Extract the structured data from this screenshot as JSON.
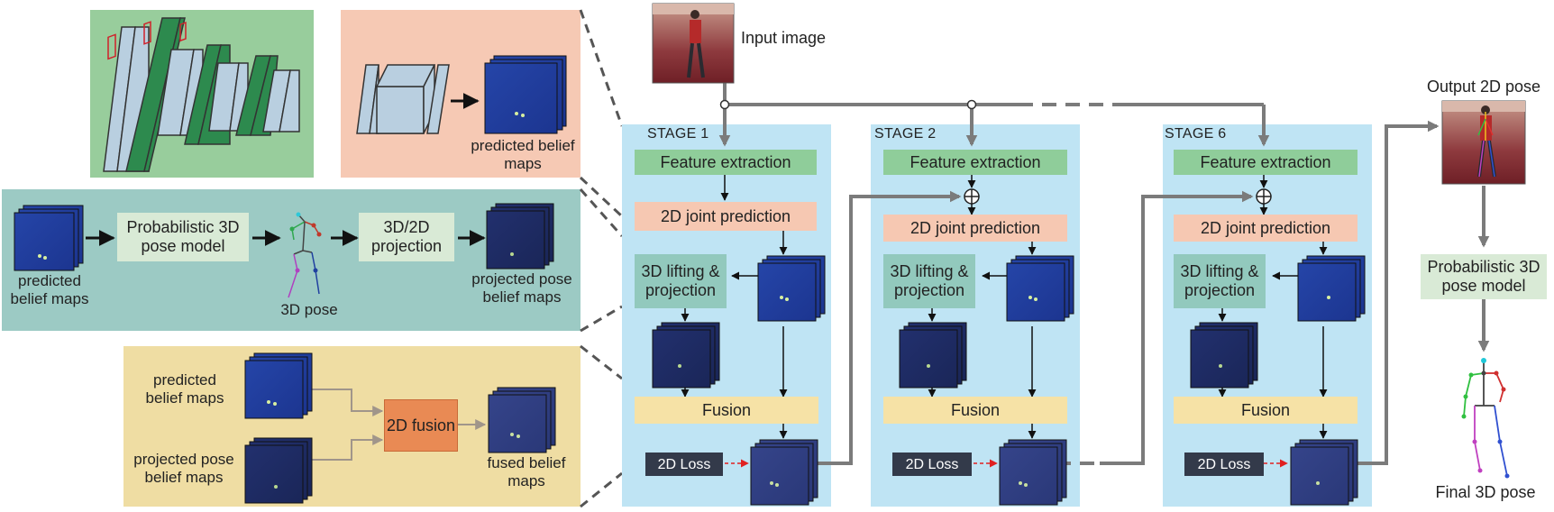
{
  "colors": {
    "stage_bg": "#bfe4f4",
    "feature": "#8fcd9a",
    "joint_prediction": "#f6c8b2",
    "lifting": "#92c9bd",
    "fusion": "#f6e2a6",
    "loss": "#333a4a",
    "fusion_2d": "#e98a54",
    "panel_cnn": "#98cd9c",
    "panel_belief": "#f6c9b4",
    "panel_projection": "#9ccac4",
    "panel_fusion": "#efdda3"
  },
  "input_label": "Input image",
  "output_2d_label": "Output 2D pose",
  "final_label": "Final 3D pose",
  "prob_model_right": "Probabilistic 3D pose model",
  "stages": [
    {
      "title": "STAGE 1",
      "feature": "Feature extraction",
      "joint": "2D joint prediction",
      "lift": "3D lifting & projection",
      "fusion": "Fusion",
      "loss": "2D Loss"
    },
    {
      "title": "STAGE 2",
      "feature": "Feature extraction",
      "joint": "2D joint prediction",
      "lift": "3D lifting & projection",
      "fusion": "Fusion",
      "loss": "2D Loss"
    },
    {
      "title": "STAGE 6",
      "feature": "Feature extraction",
      "joint": "2D joint prediction",
      "lift": "3D lifting & projection",
      "fusion": "Fusion",
      "loss": "2D Loss"
    }
  ],
  "panel_belief": {
    "label": "predicted belief maps"
  },
  "panel_projection": {
    "left_label": "predicted belief maps",
    "model": "Probabilistic 3D pose model",
    "pose_label": "3D pose",
    "projection": "3D/2D projection",
    "right_label": "projected pose belief maps"
  },
  "panel_fusion": {
    "top_label": "predicted belief maps",
    "bottom_label": "projected pose belief maps",
    "fusion": "2D fusion",
    "result_label": "fused belief maps"
  }
}
